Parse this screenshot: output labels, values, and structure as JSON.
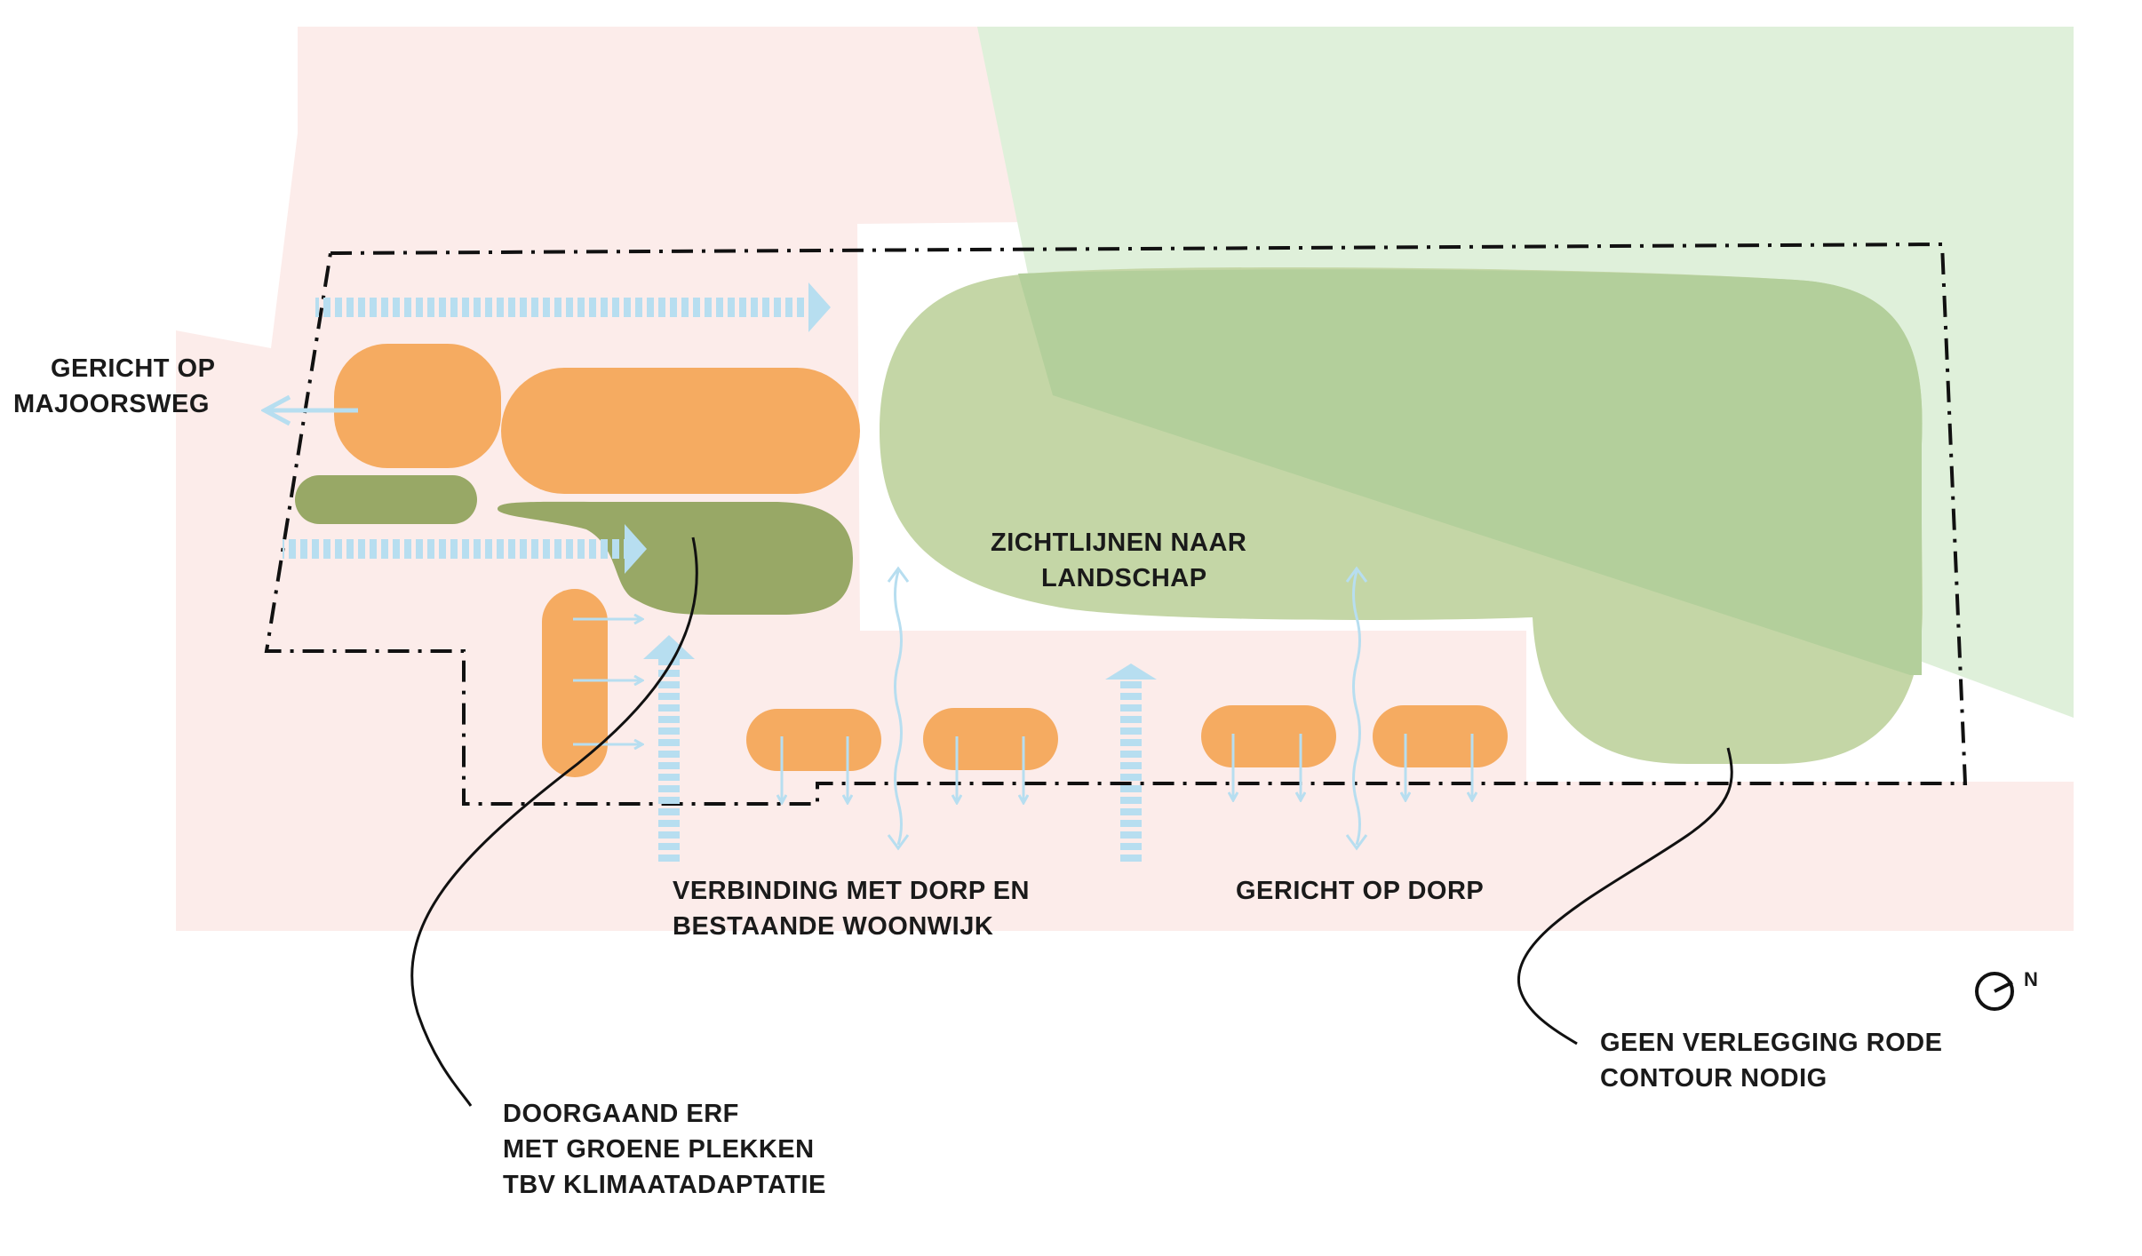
{
  "labels": {
    "majoorsweg_1": "GERICHT OP",
    "majoorsweg_2": "MAJOORSWEG",
    "zichtlijnen_1": "ZICHTLIJNEN NAAR",
    "zichtlijnen_2": "LANDSCHAP",
    "verbinding_1": "VERBINDING MET DORP EN",
    "verbinding_2": "BESTAANDE WOONWIJK",
    "dorp": "GERICHT OP DORP",
    "erf_1": "DOORGAAND ERF",
    "erf_2": "MET GROENE PLEKKEN",
    "erf_3": "TBV KLIMAATADAPTATIE",
    "contour_1": "GEEN VERLEGGING RODE",
    "contour_2": "CONTOUR NODIG",
    "north": "N"
  },
  "colors": {
    "pink_zone": "#fcecea",
    "light_green_zone": "#dff0da",
    "landscape_green": "#c4d6a6",
    "landscape_overlap": "#b3cf9b",
    "courtyard_green": "#98a866",
    "building_orange": "#f5ab61",
    "arrow_blue": "#b7def0",
    "outline": "#111111"
  }
}
